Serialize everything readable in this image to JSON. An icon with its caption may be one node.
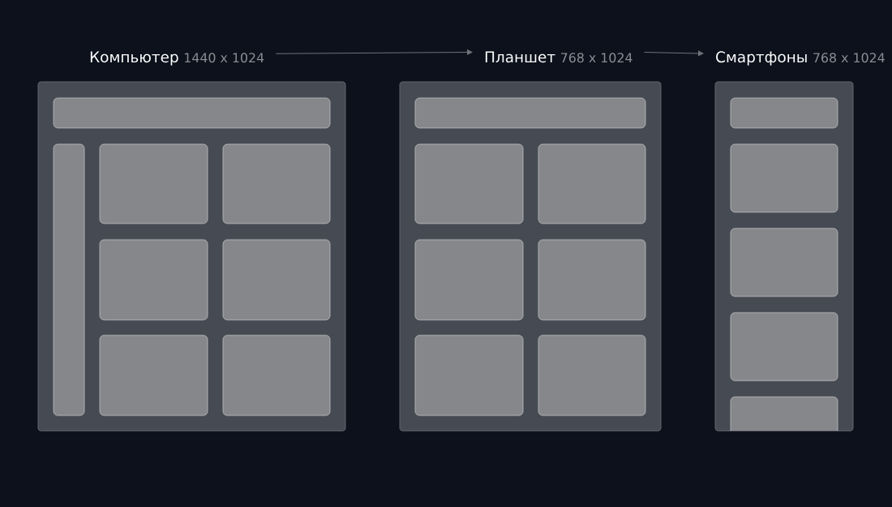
{
  "diagram": {
    "nodes": [
      {
        "text": [
          "Компьютер",
          "1440 x 1024"
        ]
      },
      {
        "text": [
          "Планшет",
          "768 x 1024"
        ]
      },
      {
        "text": [
          "Смартфоны",
          "768 x 1024"
        ]
      }
    ],
    "edges": [
      {
        "from": 0,
        "to": 1,
        "arrow": "to"
      },
      {
        "from": 1,
        "to": 2,
        "arrow": "to"
      }
    ]
  }
}
